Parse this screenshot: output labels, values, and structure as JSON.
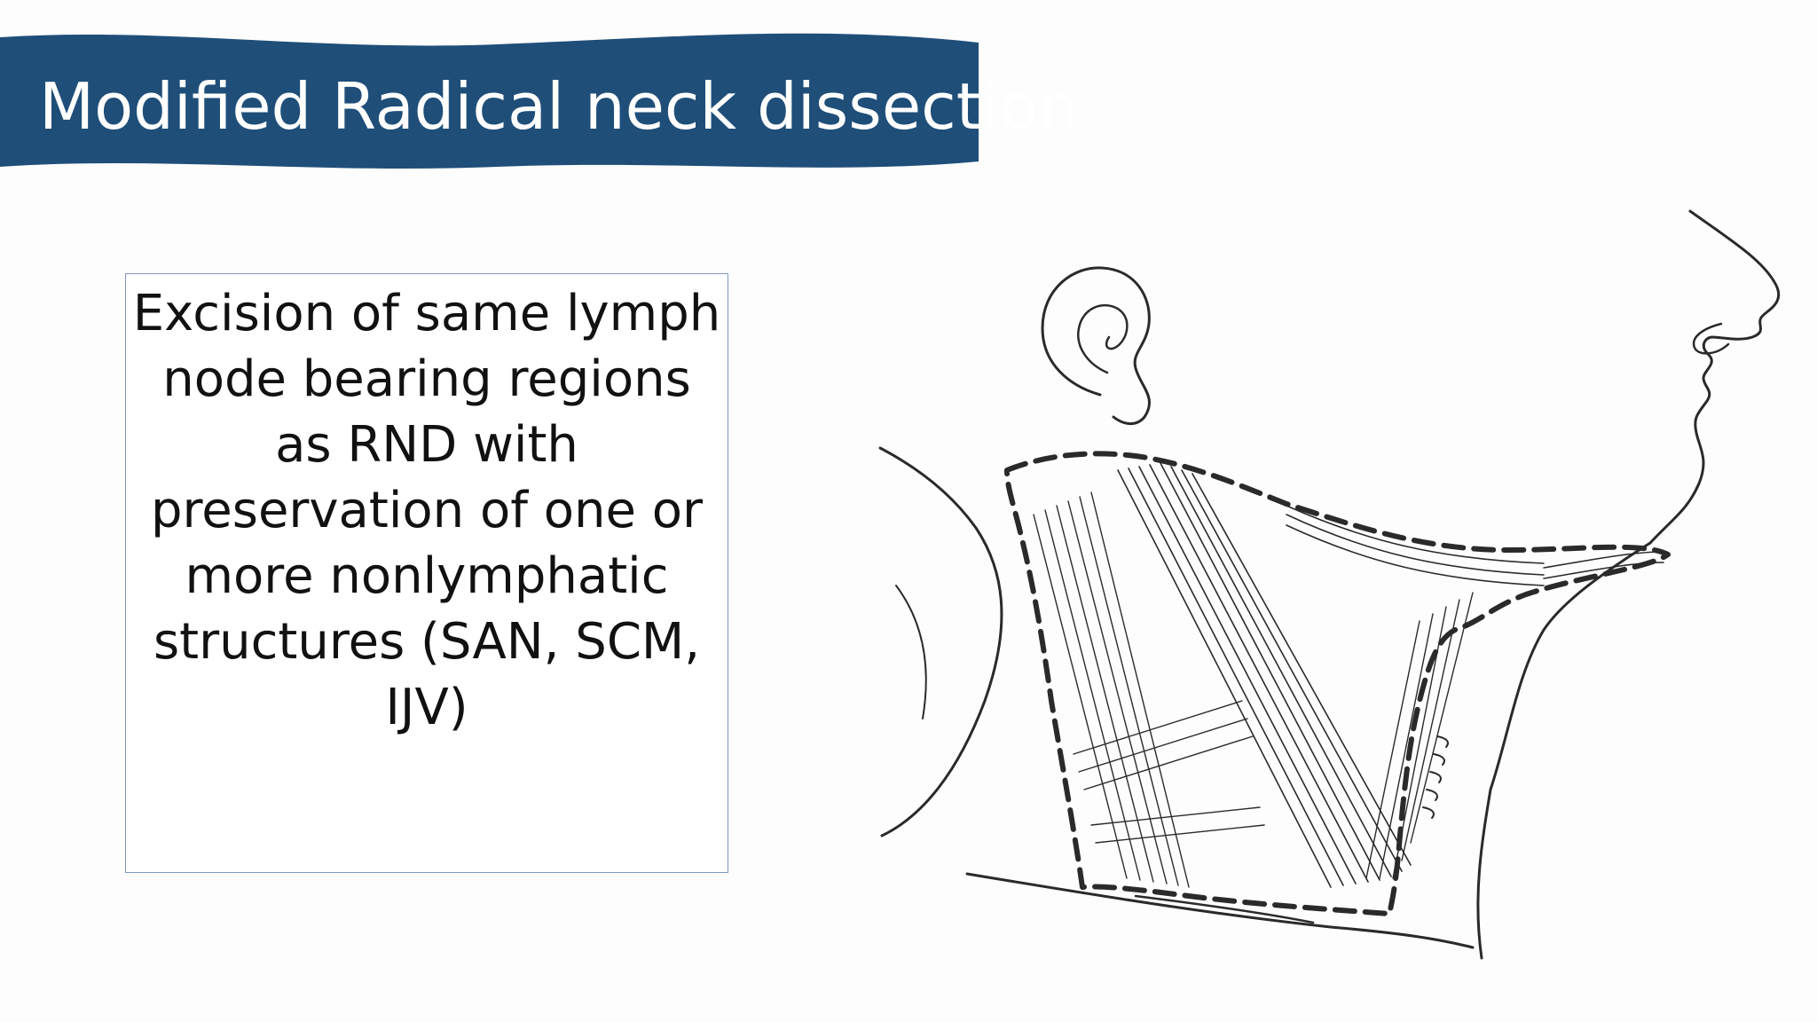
{
  "slide": {
    "title": "Modified Radical neck dissection",
    "body_text": "Excision of same lymph node bearing regions as RND with preservation of one or more nonlymphatic structures (SAN, SCM, IJV)"
  },
  "colors": {
    "banner": "#1f4e79",
    "title_text": "#ffffff",
    "box_border": "#7f98c8",
    "body_text": "#111111",
    "line_art": "#2a2a2a"
  },
  "illustration": {
    "subject": "neck-dissection-line-drawing"
  }
}
